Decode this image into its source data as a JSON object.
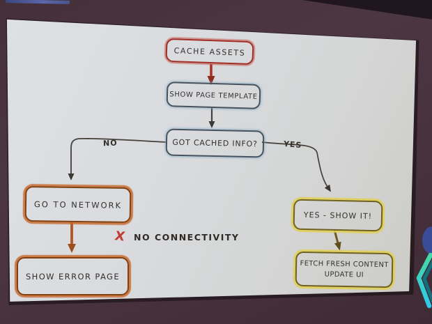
{
  "photo": {
    "wall_color": "#48323d",
    "slide_color": "#d9dbde"
  },
  "flowchart": {
    "nodes": {
      "cache_assets": {
        "label": "CACHE ASSETS",
        "outline_color": "#a03027"
      },
      "show_page_template": {
        "label": "SHOW PAGE TEMPLATE",
        "outline_color": "#47525c"
      },
      "got_cached_info": {
        "label": "GOT CACHED INFO?",
        "outline_color": "#47525c"
      },
      "go_to_network": {
        "label": "GO TO NETWORK",
        "outline_color": "#c4622c"
      },
      "show_error_page": {
        "label": "SHOW ERROR PAGE",
        "outline_color": "#c4622c"
      },
      "yes_show_it": {
        "label": "YES - SHOW IT!",
        "outline_color": "#decb4e"
      },
      "fetch_fresh_content": {
        "label_line1": "FETCH FRESH CONTENT",
        "label_line2": "UPDATE UI",
        "outline_color": "#decb4e"
      }
    },
    "edges": [
      {
        "from": "cache_assets",
        "to": "show_page_template",
        "label": "",
        "color": "#ad3125"
      },
      {
        "from": "show_page_template",
        "to": "got_cached_info",
        "label": "",
        "color": "#46403b"
      },
      {
        "from": "got_cached_info",
        "to": "go_to_network",
        "label": "NO",
        "color": "#46403b"
      },
      {
        "from": "got_cached_info",
        "to": "yes_show_it",
        "label": "YES",
        "color": "#46403b"
      },
      {
        "from": "go_to_network",
        "to": "show_error_page",
        "label": "",
        "color": "#b05724"
      },
      {
        "from": "yes_show_it",
        "to": "fetch_fresh_content",
        "label": "",
        "color": "#6d5a1d"
      }
    ],
    "edge_labels": {
      "no": "NO",
      "yes": "YES"
    },
    "annotation": {
      "mark": "X",
      "mark_color": "#c23b30",
      "text": "NO CONNECTIVITY"
    }
  },
  "decorations": {
    "logo_fragment_colors": {
      "chevron_top": "#44d9a6",
      "chevron_bottom": "#2fc9ea",
      "blob": "#3a4d9c"
    }
  }
}
